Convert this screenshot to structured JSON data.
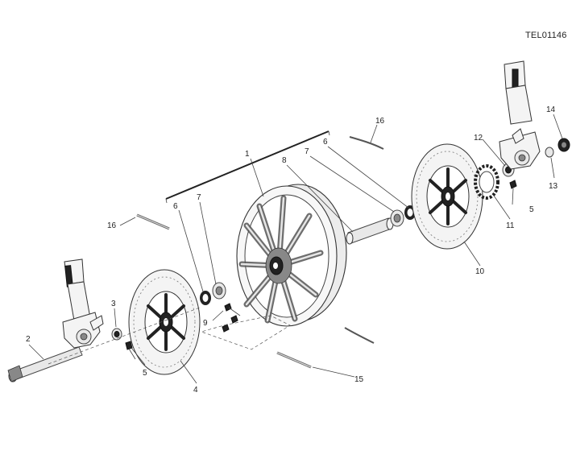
{
  "diagram": {
    "reference_code": "TEL01146",
    "callouts": [
      {
        "id": "c1",
        "label": "1"
      },
      {
        "id": "c2",
        "label": "2"
      },
      {
        "id": "c3",
        "label": "3"
      },
      {
        "id": "c4",
        "label": "4"
      },
      {
        "id": "c5a",
        "label": "5"
      },
      {
        "id": "c5b",
        "label": "5"
      },
      {
        "id": "c6a",
        "label": "6"
      },
      {
        "id": "c6b",
        "label": "6"
      },
      {
        "id": "c7a",
        "label": "7"
      },
      {
        "id": "c7b",
        "label": "7"
      },
      {
        "id": "c8",
        "label": "8"
      },
      {
        "id": "c9",
        "label": "9"
      },
      {
        "id": "c10",
        "label": "10"
      },
      {
        "id": "c11",
        "label": "11"
      },
      {
        "id": "c12",
        "label": "12"
      },
      {
        "id": "c13",
        "label": "13"
      },
      {
        "id": "c14",
        "label": "14"
      },
      {
        "id": "c15",
        "label": "15"
      },
      {
        "id": "c16a",
        "label": "16"
      },
      {
        "id": "c16b",
        "label": "16"
      }
    ]
  }
}
